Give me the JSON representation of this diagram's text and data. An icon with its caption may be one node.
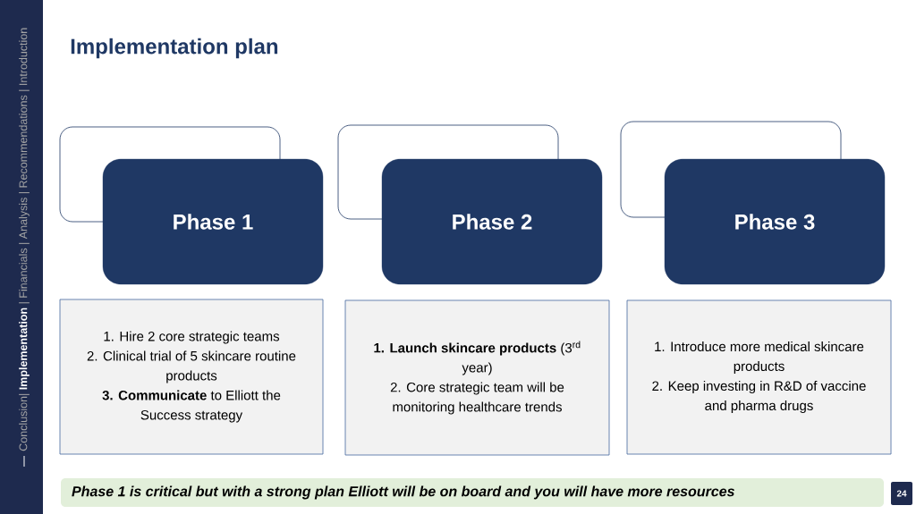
{
  "diagram": {
    "title": "Implementation plan",
    "nodes": [
      {
        "text": [],
        "shape": "box"
      },
      {
        "text": [
          "Phase 1"
        ]
      },
      {
        "text": [],
        "shape": "box"
      },
      {
        "text": [
          "Phase 2"
        ]
      },
      {
        "text": [],
        "shape": "box"
      },
      {
        "text": [
          "Phase 3"
        ]
      },
      {
        "text": [
          "1. Hire 2 core strategic teams",
          "2. Clinical trial of 5 skincare routine products",
          "**3. Communicate** to Elliott the Success strategy"
        ]
      },
      {
        "text": [
          "**1. Launch skincare products** (3$^{rd}$ year)",
          "2. Core strategic team will be monitoring healthcare trends"
        ]
      },
      {
        "text": [
          "1. Introduce more medical skincare products",
          "2. Keep investing in R&D of vaccine and pharma drugs"
        ]
      },
      {
        "text": [
          "Phase 1 is critical but with a strong plan Elliott will be on board and you will have more resources"
        ]
      },
      {
        "text": [
          "24"
        ]
      }
    ],
    "edges": [],
    "labels": [
      "Conclusion| **Implementation** | Financials |  Analysis | Recommendations | Introduction"
    ]
  }
}
